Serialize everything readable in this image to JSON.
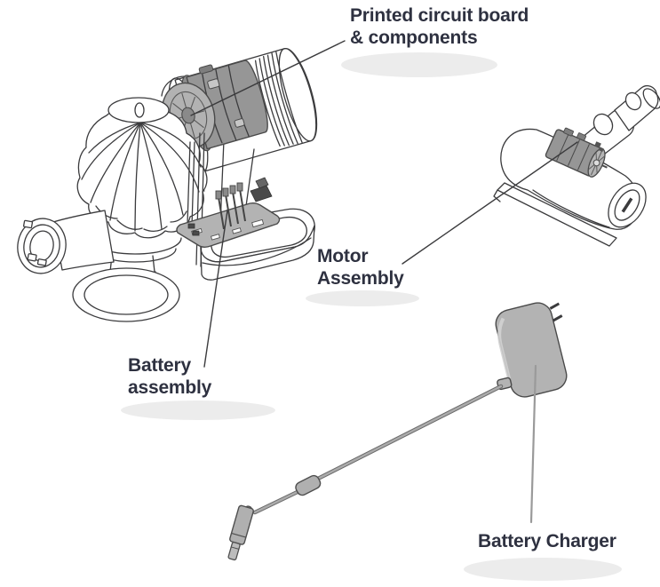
{
  "diagram": {
    "type": "parts-callout-diagram",
    "labels": {
      "pcb": {
        "line1": "Printed circuit board",
        "line2": "& components"
      },
      "motor": {
        "line1": "Motor",
        "line2": "Assembly"
      },
      "battery": {
        "line1": "Battery",
        "line2": "assembly"
      },
      "charger": {
        "line1": "Battery Charger"
      }
    },
    "illustrations": [
      "handheld-vacuum",
      "motorized-brush-head",
      "battery-charger-with-cable"
    ],
    "colors": {
      "text": "#2e3140",
      "line_art": "#3b3b3d",
      "shade_gray": "#b3b3b3",
      "leader_gray": "#9a9a9a",
      "background": "#ffffff"
    }
  }
}
